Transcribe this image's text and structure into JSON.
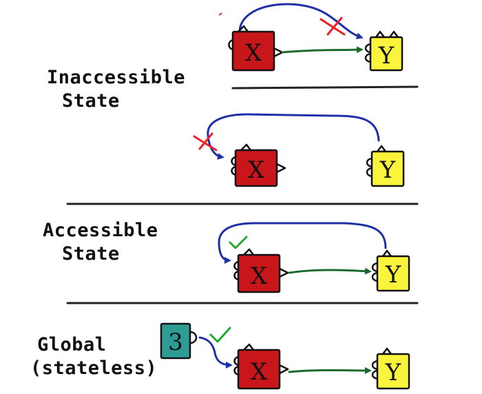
{
  "labels": {
    "inaccessible": [
      "Inaccessible",
      "State"
    ],
    "accessible": [
      "Accessible",
      "State"
    ],
    "global": [
      "Global",
      "(stateless)"
    ]
  },
  "boxes": {
    "x": "X",
    "y": "Y",
    "state": "3"
  },
  "colors": {
    "x_box": "#c8161a",
    "y_box": "#faf43c",
    "state_box": "#2e9b95",
    "data_flow": "#1c6b2e",
    "state_access": "#1f2fa8",
    "denied_mark": "#ee1f25",
    "allowed_mark": "#22a82c",
    "divider": "#222222"
  },
  "icons": {
    "denied": "red-cross-icon",
    "allowed": "green-check-icon"
  }
}
